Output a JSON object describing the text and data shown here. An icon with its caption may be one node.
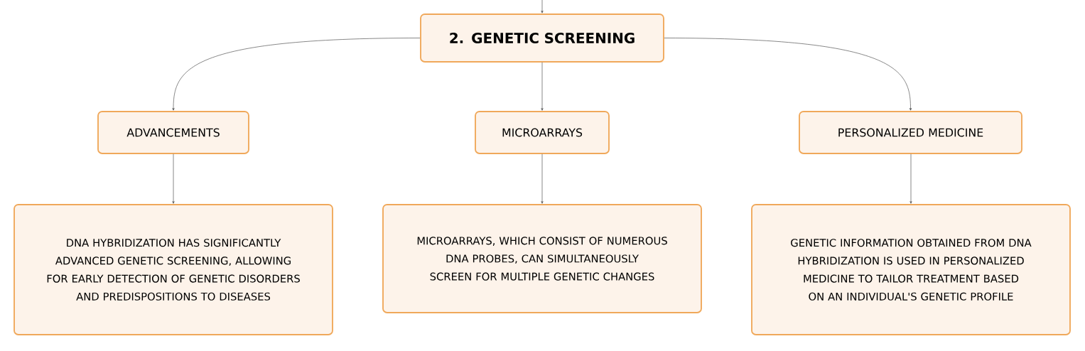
{
  "diagram": {
    "nodes": [
      {
        "text": [
          "2. GENETIC SCREENING"
        ]
      },
      {
        "text": [
          "ADVANCEMENTS"
        ]
      },
      {
        "text": [
          "MICROARRAYS"
        ]
      },
      {
        "text": [
          "PERSONALIZED MEDICINE"
        ]
      },
      {
        "text": [
          "DNA HYBRIDIZATION HAS SIGNIFICANTLY ADVANCED GENETIC SCREENING, ALLOWING FOR EARLY DETECTION OF GENETIC DISORDERS AND PREDISPOSITIONS TO DISEASES"
        ]
      },
      {
        "text": [
          "MICROARRAYS, WHICH CONSIST OF NUMEROUS DNA PROBES, CAN SIMULTANEOUSLY SCREEN FOR MULTIPLE GENETIC CHANGES"
        ]
      },
      {
        "text": [
          "GENETIC INFORMATION OBTAINED FROM DNA HYBRIDIZATION IS USED IN PERSONALIZED MEDICINE TO TAILOR TREATMENT BASED ON AN INDIVIDUAL'S GENETIC PROFILE"
        ]
      }
    ],
    "edges": [
      {
        "from": null,
        "to": 0,
        "arrow": "to"
      },
      {
        "from": 0,
        "to": 1,
        "arrow": "to"
      },
      {
        "from": 0,
        "to": 2,
        "arrow": "to"
      },
      {
        "from": 0,
        "to": 3,
        "arrow": "to"
      },
      {
        "from": 1,
        "to": 4,
        "arrow": "to"
      },
      {
        "from": 2,
        "to": 5,
        "arrow": "to"
      },
      {
        "from": 3,
        "to": 6,
        "arrow": "to"
      }
    ]
  }
}
